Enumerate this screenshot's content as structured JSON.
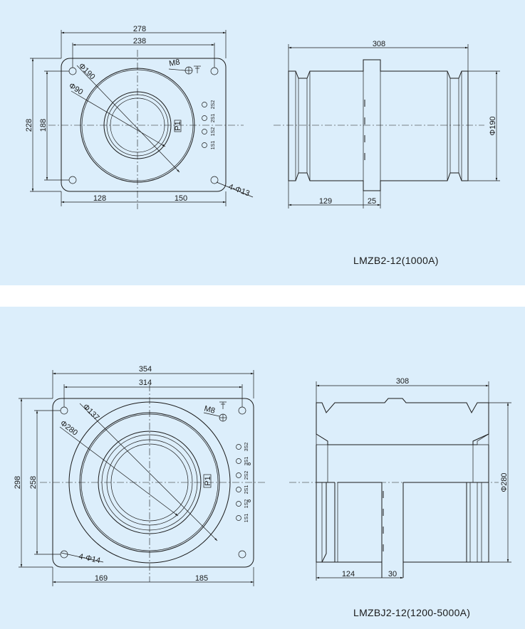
{
  "models": [
    {
      "caption": "LMZB2-12(1000A)",
      "front": {
        "overall_width": "278",
        "hole_span_w": "238",
        "overall_height": "228",
        "hole_span_h": "188",
        "left_offset": "128",
        "right_offset": "150",
        "outer_diameter": "Φ190",
        "inner_diameter": "Φ90",
        "bolt": "M8",
        "holes": "4-Φ13",
        "terminal": "P1",
        "terminals": [
          "2S2",
          "2S1",
          "1S2",
          "1S1"
        ]
      },
      "side": {
        "length": "308",
        "diameter": "Φ190",
        "flange_offset": "129",
        "flange_thickness": "25"
      }
    },
    {
      "caption": "LMZBJ2-12(1200-5000A)",
      "front": {
        "overall_width": "354",
        "hole_span_w": "314",
        "overall_height": "298",
        "hole_span_h": "258",
        "left_offset": "169",
        "right_offset": "185",
        "outer_diameter": "Φ280",
        "inner_diameter": "Φ137",
        "bolt": "M8",
        "holes": "4-Φ14",
        "terminal": "P1",
        "terminals": [
          "3S2",
          "3S1",
          "2S2",
          "2S1",
          "1S2",
          "1S1"
        ]
      },
      "side": {
        "length": "308",
        "diameter": "Φ280",
        "flange_offset": "124",
        "flange_thickness": "30"
      }
    }
  ]
}
